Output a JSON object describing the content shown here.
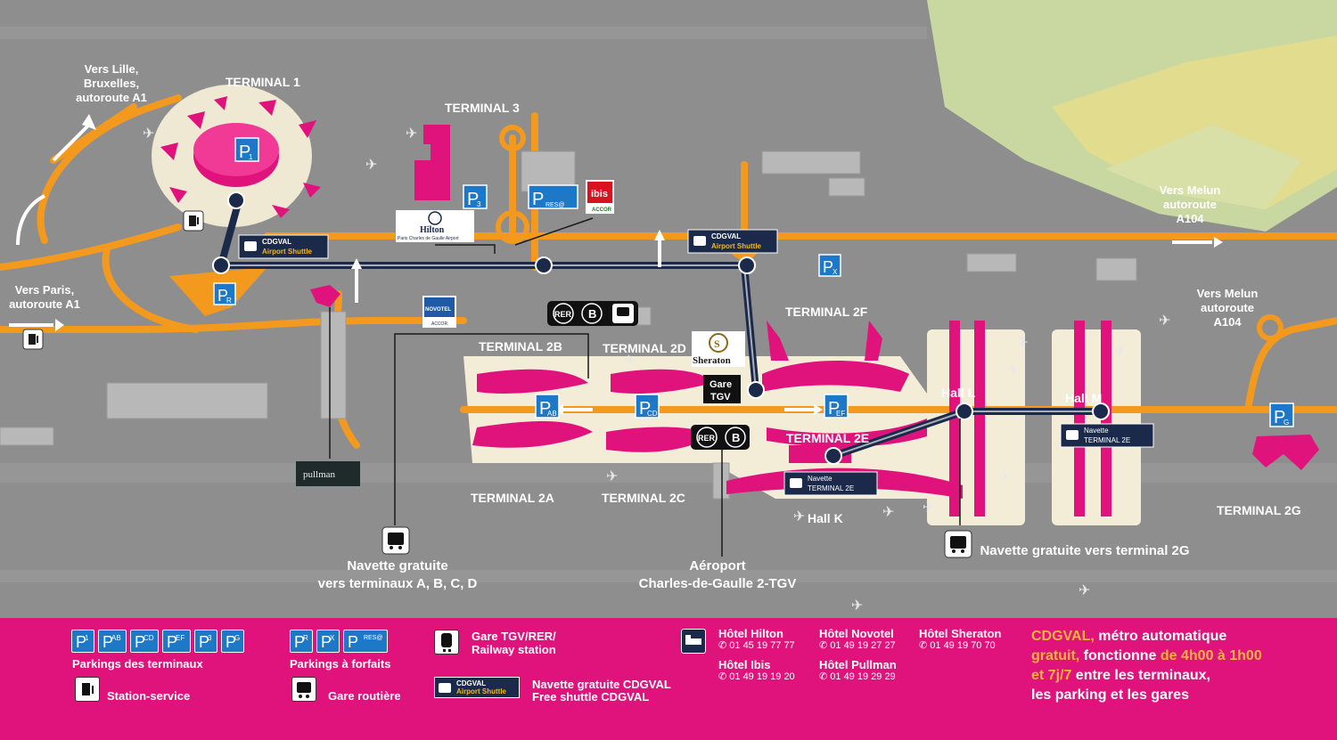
{
  "terminals": {
    "t1": "TERMINAL 1",
    "t3": "TERMINAL 3",
    "t2a": "TERMINAL 2A",
    "t2b": "TERMINAL 2B",
    "t2c": "TERMINAL 2C",
    "t2d": "TERMINAL 2D",
    "t2e": "TERMINAL 2E",
    "t2f": "TERMINAL 2F",
    "t2g": "TERMINAL 2G",
    "hall_l": "Hall L",
    "hall_m": "Hall M",
    "hall_k": "Hall K"
  },
  "directions": {
    "lille": [
      "Vers Lille,",
      "Bruxelles,",
      "autoroute A1"
    ],
    "paris": [
      "Vers Paris,",
      "autoroute A1"
    ],
    "melun1": [
      "Vers Melun",
      "autoroute",
      "A104"
    ],
    "melun2": [
      "Vers Melun",
      "autoroute",
      "A104"
    ]
  },
  "parkings": {
    "p1": {
      "letter": "P",
      "sub": "1"
    },
    "p3": {
      "letter": "P",
      "sub": "3"
    },
    "pres": {
      "letter": "P",
      "sub": "RES@"
    },
    "pr": {
      "letter": "P",
      "sub": "R"
    },
    "px": {
      "letter": "P",
      "sub": "X"
    },
    "pab": {
      "letter": "P",
      "sub": "AB"
    },
    "pcd": {
      "letter": "P",
      "sub": "CD"
    },
    "pef": {
      "letter": "P",
      "sub": "EF"
    },
    "pg": {
      "letter": "P",
      "sub": "G"
    }
  },
  "shuttle_badge": {
    "line1": "CDGVAL",
    "line2": "Airport Shuttle"
  },
  "navette_badge": {
    "line1": "Navette",
    "line2": "TERMINAL 2E"
  },
  "hotels_map": {
    "hilton": "Hilton",
    "hilton_sub": "Paris Charles de Gaulle Airport",
    "ibis": "ibis",
    "ibis_sub": "ACCOR",
    "novotel": "NOVOTEL",
    "novotel_sub": "ACCOR",
    "sheraton": "Sheraton",
    "pullman": "pullman"
  },
  "station": {
    "rer": "RER",
    "b": "B",
    "gare_tgv": [
      "Gare",
      "TGV"
    ]
  },
  "callouts": {
    "navette_abcd": [
      "Navette gratuite",
      "vers terminaux A, B, C, D"
    ],
    "aeroport": [
      "Aéroport",
      "Charles-de-Gaulle 2-TGV"
    ],
    "navette_2g": "Navette gratuite vers terminal 2G"
  },
  "legend": {
    "parkings_terminaux": "Parkings des terminaux",
    "parkings_forfaits": "Parkings à forfaits",
    "station_service": "Station-service",
    "gare_routiere": "Gare routière",
    "gare_tgv": [
      "Gare TGV/RER/",
      "Railway station"
    ],
    "navette_cdgval": [
      "Navette gratuite CDGVAL",
      "Free shuttle CDGVAL"
    ],
    "terminal_chips": [
      {
        "letter": "P",
        "sub": "1"
      },
      {
        "letter": "P",
        "sub": "AB"
      },
      {
        "letter": "P",
        "sub": "CD"
      },
      {
        "letter": "P",
        "sub": "EF"
      },
      {
        "letter": "P",
        "sub": "3"
      },
      {
        "letter": "P",
        "sub": "G"
      }
    ],
    "forfait_chips": [
      {
        "letter": "P",
        "sub": "R"
      },
      {
        "letter": "P",
        "sub": "X"
      },
      {
        "letter": "P",
        "sub": "RES@"
      }
    ],
    "hotels": [
      {
        "name": "Hôtel Hilton",
        "phone": "✆ 01 45 19 77 77"
      },
      {
        "name": "Hôtel Novotel",
        "phone": "✆ 01 49 19 27 27"
      },
      {
        "name": "Hôtel Sheraton",
        "phone": "✆ 01 49 19 70 70"
      },
      {
        "name": "Hôtel Ibis",
        "phone": "✆ 01 49 19 19 20"
      },
      {
        "name": "Hôtel Pullman",
        "phone": "✆ 01 49 19 29 29"
      }
    ],
    "cdgval_info": {
      "a": "CDGVAL,",
      "b": " métro automatique",
      "c": "gratuit,",
      "d": " fonctionne ",
      "e": "de 4h00 à 1h00",
      "f": "et 7j/7",
      "g": " entre les terminaux,",
      "h": "les parking et les gares"
    }
  },
  "colors": {
    "road": "#f39a1e",
    "terminal": "#e0137d",
    "shuttle_line": "#1b2a4a",
    "parking_blue": "#1e78c8",
    "background": "#8e8e8e",
    "fields_green": "#c9d8a0",
    "fields_yellow": "#e2dc8e"
  }
}
